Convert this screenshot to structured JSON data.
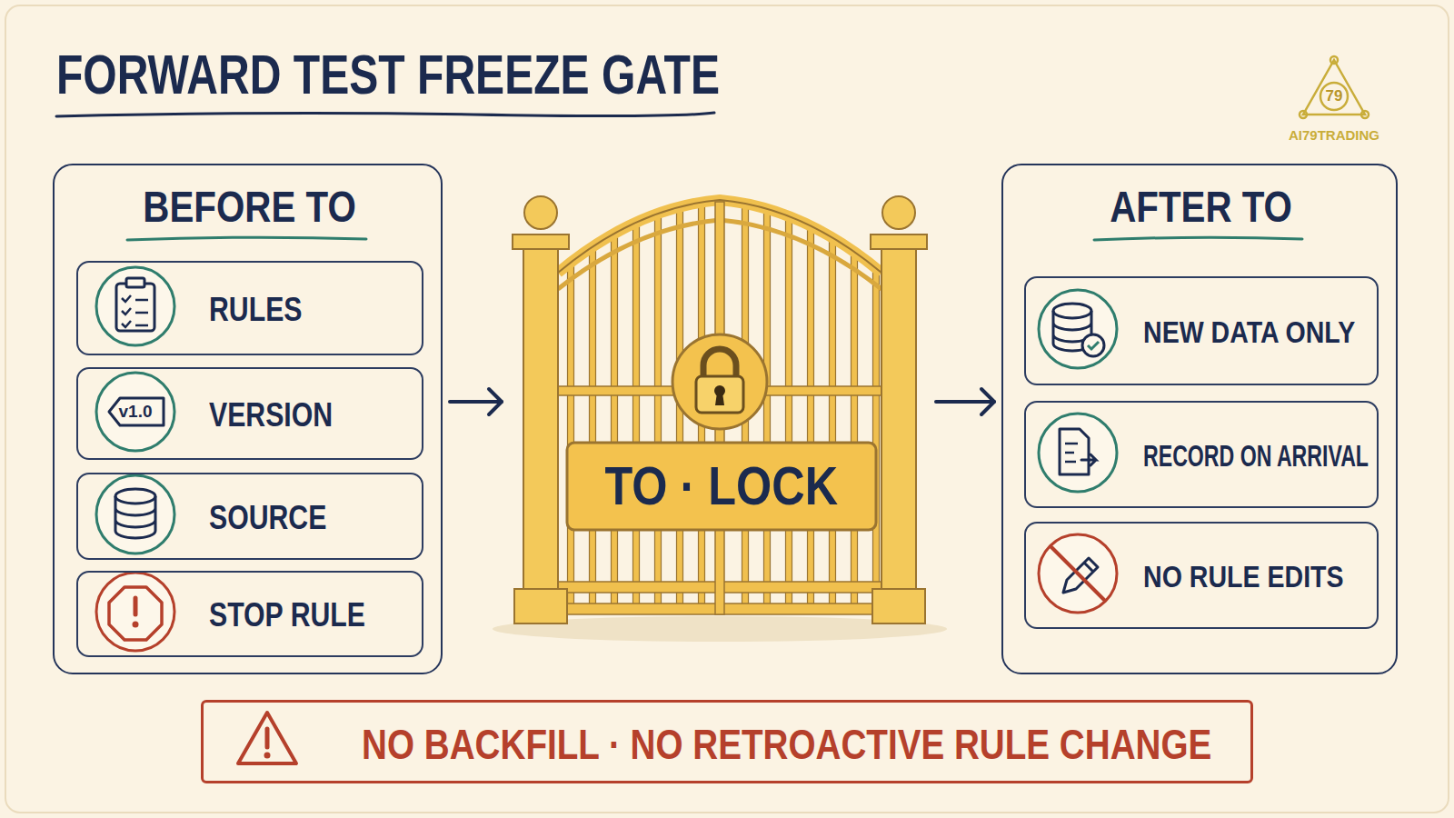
{
  "diagram": {
    "title": "FORWARD TEST FREEZE GATE",
    "nodes": [
      {
        "text": [
          "BEFORE TO"
        ]
      },
      {
        "text": [
          "RULES"
        ],
        "in": 0
      },
      {
        "text": [
          "VERSION"
        ],
        "in": 0
      },
      {
        "text": [
          "SOURCE"
        ],
        "in": 0
      },
      {
        "text": [
          "STOP RULE"
        ],
        "in": 0
      },
      {
        "text": [
          "TO · LOCK"
        ]
      },
      {
        "text": [
          "AFTER TO"
        ]
      },
      {
        "text": [
          "NEW DATA ONLY"
        ],
        "in": 6
      },
      {
        "text": [
          "RECORD ON ARRIVAL"
        ],
        "in": 6
      },
      {
        "text": [
          "NO RULE EDITS"
        ],
        "in": 6
      },
      {
        "text": [
          "NO BACKFILL · NO RETROACTIVE RULE CHANGE"
        ]
      }
    ],
    "edges": [
      {
        "from": 0,
        "to": 5,
        "arrow": "to"
      },
      {
        "from": 5,
        "to": 6,
        "arrow": "to"
      }
    ],
    "labels": [
      "v1.0",
      "79",
      "AI79TRADING"
    ]
  }
}
